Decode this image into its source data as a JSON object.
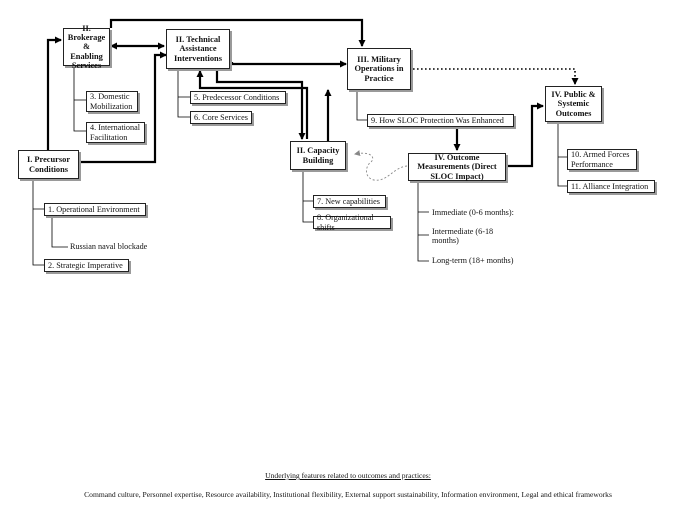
{
  "nodes": {
    "precursor": "I. Precursor Conditions",
    "brokerage": "II. Brokerage & Enabling Services",
    "technical": "II. Technical Assistance Interventions",
    "capacity": "II. Capacity Building",
    "military": "III. Military Operations in Practice",
    "outcome_measurements": "IV. Outcome Measurements (Direct SLOC Impact)",
    "public_outcomes": "IV. Public & Systemic Outcomes"
  },
  "sub_items": {
    "operational_environment": "1. Operational Environment",
    "russian_blockade": "Russian naval blockade",
    "strategic_imperative": "2. Strategic Imperative",
    "domestic_mobilization": "3. Domestic Mobilization",
    "international_facilitation": "4. International Facilitation",
    "predecessor_conditions": "5. Predecessor Conditions",
    "core_services": "6. Core Services",
    "new_capabilities": "7. New capabilities",
    "organizational_shifts": "8. Organizational shifts",
    "sloc_protection": "9. How SLOC Protection Was Enhanced",
    "armed_forces_performance": "10.  Armed Forces Performance",
    "alliance_integration": "11. Alliance Integration"
  },
  "timeframes": {
    "immediate": "Immediate (0-6 months):",
    "intermediate": "Intermediate (6-18 months)",
    "long_term": "Long-term (18+ months)"
  },
  "footer": {
    "title": "Underlying features related to outcomes and practices:",
    "features": "Command culture,  Personnel expertise, Resource availability, Institutional flexibility, External support sustainability, Information  environment, Legal and ethical frameworks"
  }
}
